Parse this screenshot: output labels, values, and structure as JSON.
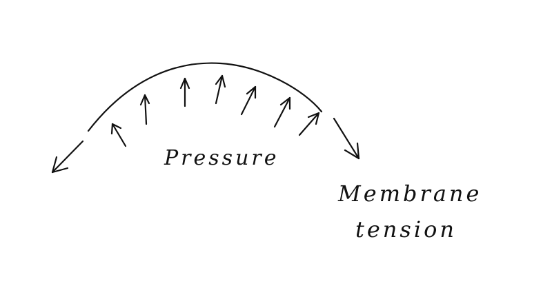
{
  "labels": {
    "pressure": "Pressure",
    "membrane": "Membrane",
    "tension": "tension"
  },
  "colors": {
    "ink": "#111111",
    "background": "#ffffff"
  }
}
